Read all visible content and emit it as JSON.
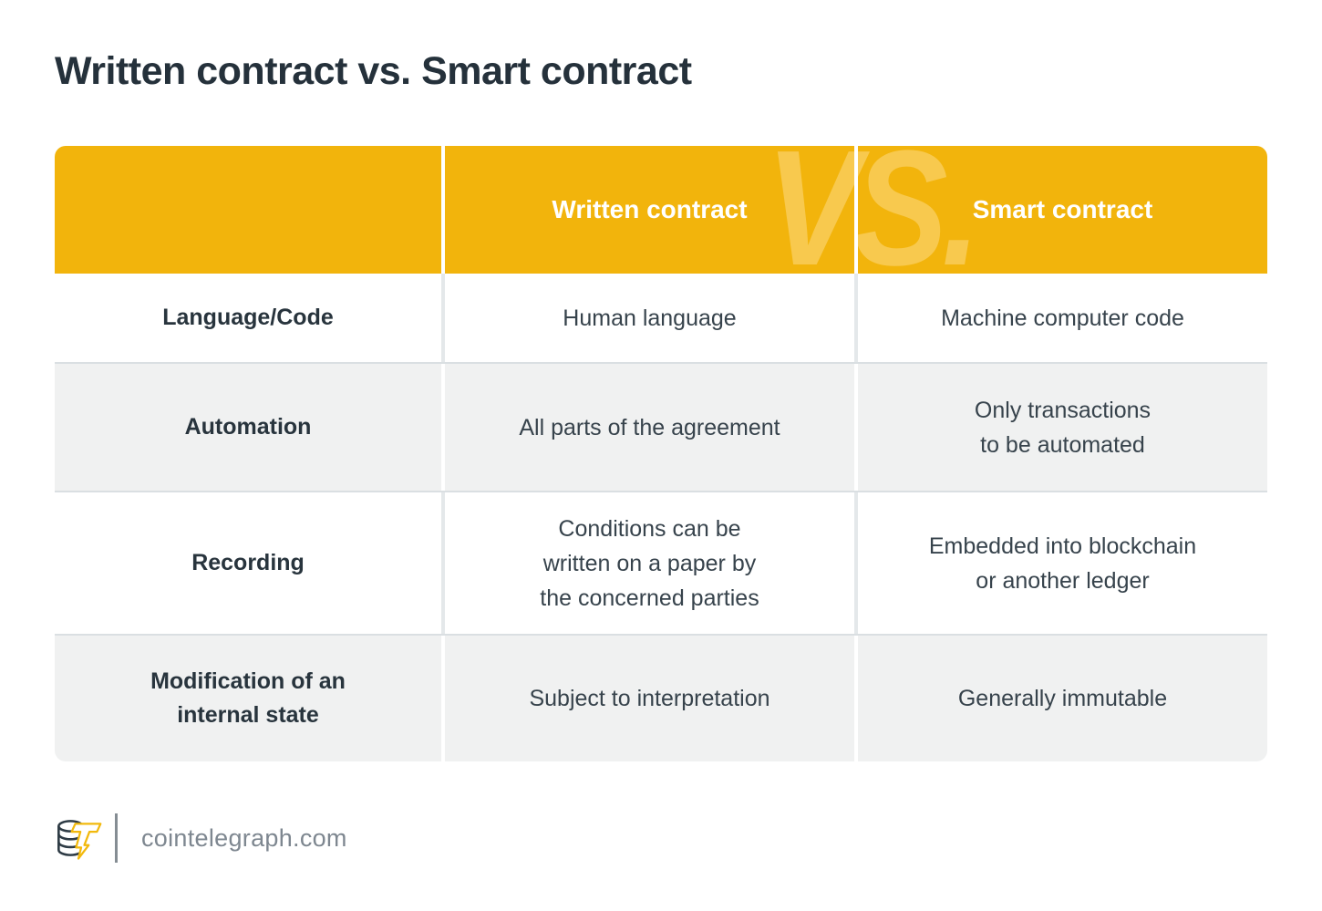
{
  "page": {
    "title": "Written contract vs. Smart contract"
  },
  "table": {
    "watermark": "VS.",
    "columns": [
      "Written contract",
      "Smart contract"
    ],
    "rows": [
      {
        "label": "Language/Code",
        "written": "Human language",
        "smart": "Machine computer code"
      },
      {
        "label": "Automation",
        "written": "All parts of the agreement",
        "smart": "Only transactions\nto be automated"
      },
      {
        "label": "Recording",
        "written": "Conditions can be\nwritten on a paper by\nthe concerned parties",
        "smart": "Embedded into blockchain\nor another ledger"
      },
      {
        "label": "Modification of an\ninternal state",
        "written": "Subject to interpretation",
        "smart": "Generally immutable"
      }
    ]
  },
  "footer": {
    "site": "cointelegraph.com",
    "logo_name": "cointelegraph-logo"
  },
  "colors": {
    "header_bg": "#f2b40c",
    "watermark": "#f8c94e",
    "alt_row_bg": "#f0f1f1",
    "row_divider": "#dadfe2",
    "title_text": "#25313b",
    "body_text": "#37434c",
    "header_text": "#ffffff",
    "footer_text": "#7e8790",
    "logo_bolt": "#f2b90d",
    "logo_coins": "#2e3b45"
  }
}
